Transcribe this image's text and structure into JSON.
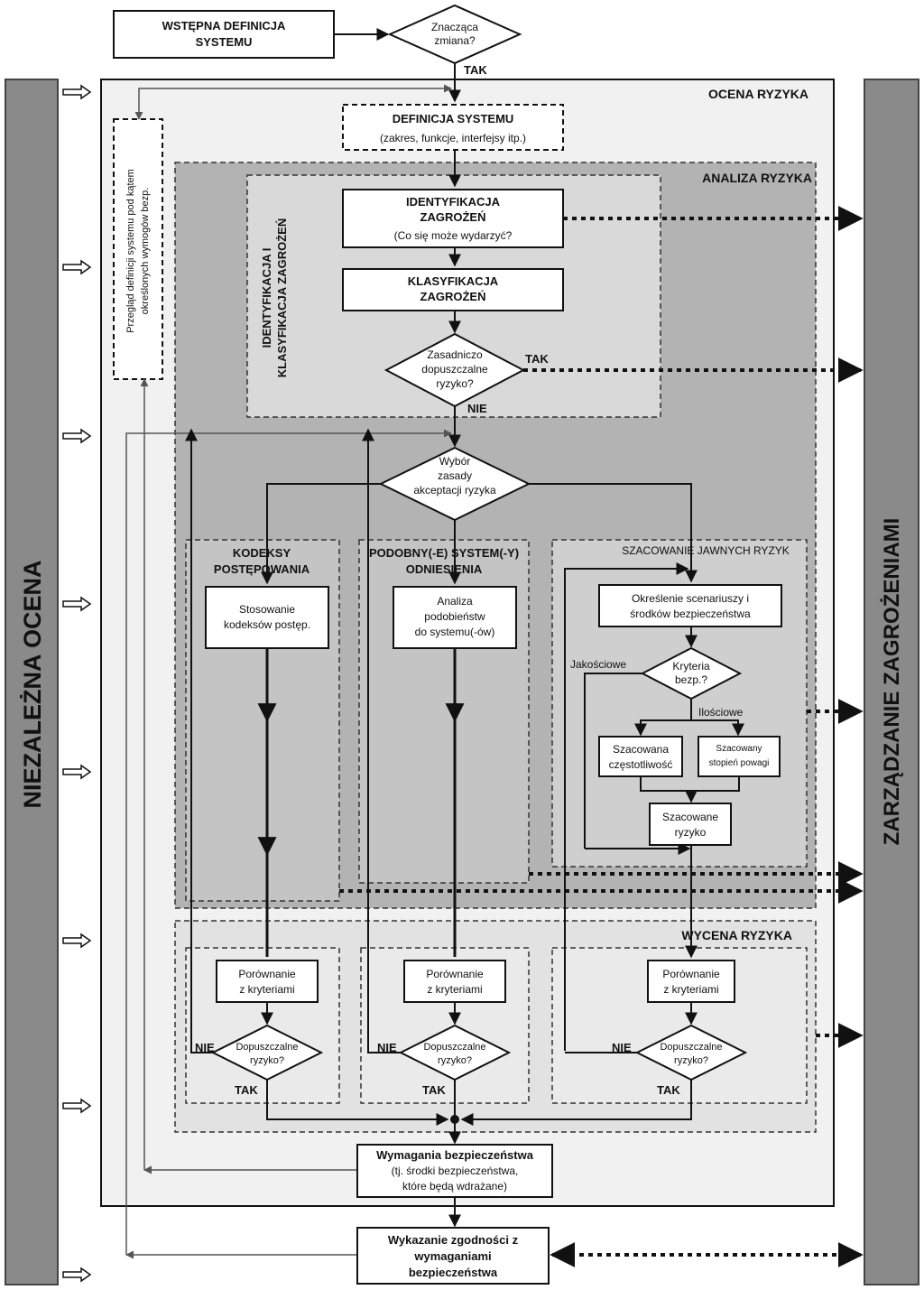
{
  "top": {
    "initial_def": [
      "WSTĘPNA DEFINICJA",
      "SYSTEMU"
    ],
    "significant_change": [
      "Znacząca",
      "zmiana?"
    ],
    "yes_label": "TAK"
  },
  "sides": {
    "left_bar": "NIEZALEŻNA OCENA",
    "right_bar": "ZARZĄDZANIE ZAGROŻENIAMI"
  },
  "regions": {
    "risk_assessment": "OCENA RYZYKA",
    "risk_analysis": "ANALIZA RYZYKA",
    "hazard_id_class": [
      "IDENTYFIKACJA I",
      "KLASYFIKACJA ZAGROŻEŃ"
    ],
    "risk_evaluation": "WYCENA RYZYKA"
  },
  "review": [
    "Przegląd definicji systemu pod kątem",
    "określonych wymogów bezp."
  ],
  "system_def": {
    "title": "DEFINICJA SYSTEMU",
    "subtitle": "(zakres, funkcje, interfejsy itp.)"
  },
  "hazard_id": {
    "title": [
      "IDENTYFIKACJA",
      "ZAGROŻEŃ"
    ],
    "question": "(Co się może wydarzyć?"
  },
  "hazard_class": [
    "KLASYFIKACJA",
    "ZAGROŻEŃ"
  ],
  "broadly_acceptable": {
    "lines": [
      "Zasadniczo",
      "dopuszczalne",
      "ryzyko?"
    ],
    "yes": "TAK",
    "no": "NIE"
  },
  "principle": [
    "Wybór",
    "zasady",
    "akceptacji ryzyka"
  ],
  "codes": {
    "title": [
      "KODEKSY",
      "POSTĘPOWANIA"
    ],
    "box": [
      "Stosowanie",
      "kodeksów postęp."
    ]
  },
  "similar": {
    "title": [
      "PODOBNY(-E) SYSTEM(-Y)",
      "ODNIESIENIA"
    ],
    "box": [
      "Analiza",
      "podobieństw",
      "do systemu(-ów)"
    ]
  },
  "explicit": {
    "title": "SZACOWANIE JAWNYCH RYZYK",
    "scenarios": [
      "Określenie scenariuszy i",
      "środków bezpieczeństwa"
    ],
    "criteria": [
      "Kryteria",
      "bezp.?"
    ],
    "qualitative": "Jakościowe",
    "quantitative": "Ilościowe",
    "frequency": [
      "Szacowana",
      "częstotliwość"
    ],
    "severity": [
      "Szacowany",
      "stopień powagi"
    ],
    "estimated": [
      "Szacowane",
      "ryzyko"
    ]
  },
  "evaluation": {
    "compare": [
      "Porównanie",
      "z kryteriami"
    ],
    "acceptable": [
      "Dopuszczalne",
      "ryzyko?"
    ],
    "no": "NIE",
    "yes": "TAK"
  },
  "requirements": {
    "title": "Wymagania bezpieczeństwa",
    "lines": [
      "(tj. środki bezpieczeństwa,",
      "które będą wdrażane)"
    ]
  },
  "compliance": [
    "Wykazanie zgodności z",
    "wymaganiami",
    "bezpieczeństwa"
  ]
}
